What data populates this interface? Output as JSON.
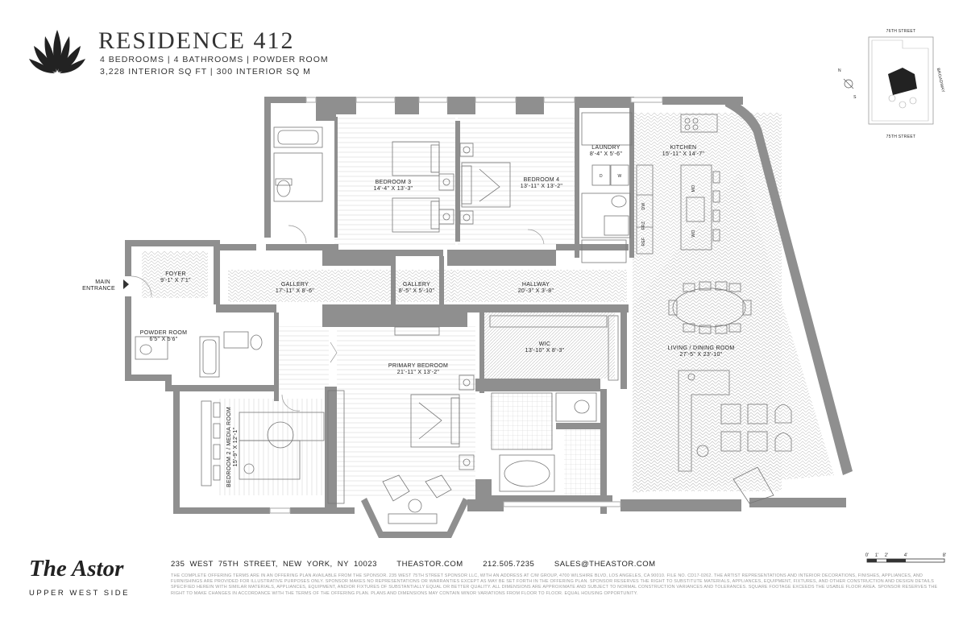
{
  "header": {
    "title": "RESIDENCE 412",
    "line1": "4 BEDROOMS | 4 BATHROOMS | POWDER ROOM",
    "line2": "3,228 INTERIOR SQ FT | 300 INTERIOR SQ M"
  },
  "rooms": {
    "foyer": {
      "name": "FOYER",
      "dims": "9'-1\" X 7'1\""
    },
    "main_entrance": {
      "line1": "MAIN",
      "line2": "ENTRANCE"
    },
    "gallery1": {
      "name": "GALLERY",
      "dims": "17'-11\" X 8'-6\""
    },
    "gallery2": {
      "name": "GALLERY",
      "dims": "8'-5\" X 5'-10\""
    },
    "hallway": {
      "name": "HALLWAY",
      "dims": "20'-3\" X 3'-8\""
    },
    "powder": {
      "name": "POWDER ROOM",
      "dims": "6'5\" X 5'6\""
    },
    "bedroom3": {
      "name": "BEDROOM 3",
      "dims": "14'-4\" X 13'-3\""
    },
    "bedroom4": {
      "name": "BEDROOM 4",
      "dims": "13'-11\" X 13'-2\""
    },
    "laundry": {
      "name": "LAUNDRY",
      "dims": "8'-4\" X 5'-6\""
    },
    "kitchen": {
      "name": "KITCHEN",
      "dims": "15'-11\" X 14'-7\""
    },
    "wic": {
      "name": "WIC",
      "dims": "13'-10\" X 8'-3\""
    },
    "primary": {
      "name": "PRIMARY BEDROOM",
      "dims": "21'-11\" X 13'-2\""
    },
    "bedroom2": {
      "name": "BEDROOM 2 / MEDIA ROOM",
      "dims": "15'-9\" X 12'-1\""
    },
    "living": {
      "name": "LIVING / DINING ROOM",
      "dims": "27'-5\" X 23'-10\""
    }
  },
  "appliances": {
    "d": "D",
    "w": "W",
    "dw": "DW",
    "frz": "FRZ",
    "ref": "REF",
    "mo": "MO",
    "wo": "WO"
  },
  "keyplan": {
    "north_street": "76TH STREET",
    "south_street": "75TH STREET",
    "east_street": "BROADWAY",
    "n": "N",
    "s": "S"
  },
  "footer": {
    "brand": "The Astor",
    "brand_sub": "UPPER WEST SIDE",
    "address": "235 WEST 75TH STREET, NEW YORK, NY 10023",
    "website": "THEASTOR.COM",
    "phone": "212.505.7235",
    "email": "SALES@THEASTOR.COM",
    "legal": "THE COMPLETE OFFERING TERMS ARE IN AN OFFERING PLAN AVAILABLE FROM THE SPONSOR. 235 WEST 75TH STREET SPONSOR LLC, WITH AN ADDRESS AT C/M GROUP, 4700 WILSHIRE BLVD, LOS ANGELES, CA 90010. FILE NO. CD17-0262. THE ARTIST REPRESENTATIONS AND INTERIOR DECORATIONS, FINISHES, APPLIANCES, AND FURNISHINGS ARE PROVIDED FOR ILLUSTRATIVE PURPOSES ONLY. SPONSOR MAKES NO REPRESENTATIONS OR WARRANTIES EXCEPT AS MAY BE SET FORTH IN THE OFFERING PLAN. SPONSOR RESERVES THE RIGHT TO SUBSTITUTE MATERIALS, APPLIANCES, EQUIPMENT, FIXTURES, AND OTHER CONSTRUCTION AND DESIGN DETAILS SPECIFIED HEREIN WITH SIMILAR MATERIALS, APPLIANCES, EQUIPMENT, AND/OR FIXTURES OF SUBSTANTIALLY EQUAL OR BETTER QUALITY. ALL DIMENSIONS ARE APPROXIMATE AND SUBJECT TO NORMAL CONSTRUCTION VARIANCES AND TOLERANCES. SQUARE FOOTAGE EXCEEDS THE USABLE FLOOR AREA. SPONSOR RESERVES THE RIGHT TO MAKE CHANGES IN ACCORDANCE WITH THE TERMS OF THE OFFERING PLAN. PLANS AND DIMENSIONS MAY CONTAIN MINOR VARIATIONS FROM FLOOR TO FLOOR. EQUAL HOUSING OPPORTUNITY."
  },
  "scale_bar": {
    "t0": "0'",
    "t1": "1'",
    "t2": "2'",
    "t4": "4'",
    "t8": "8'"
  }
}
